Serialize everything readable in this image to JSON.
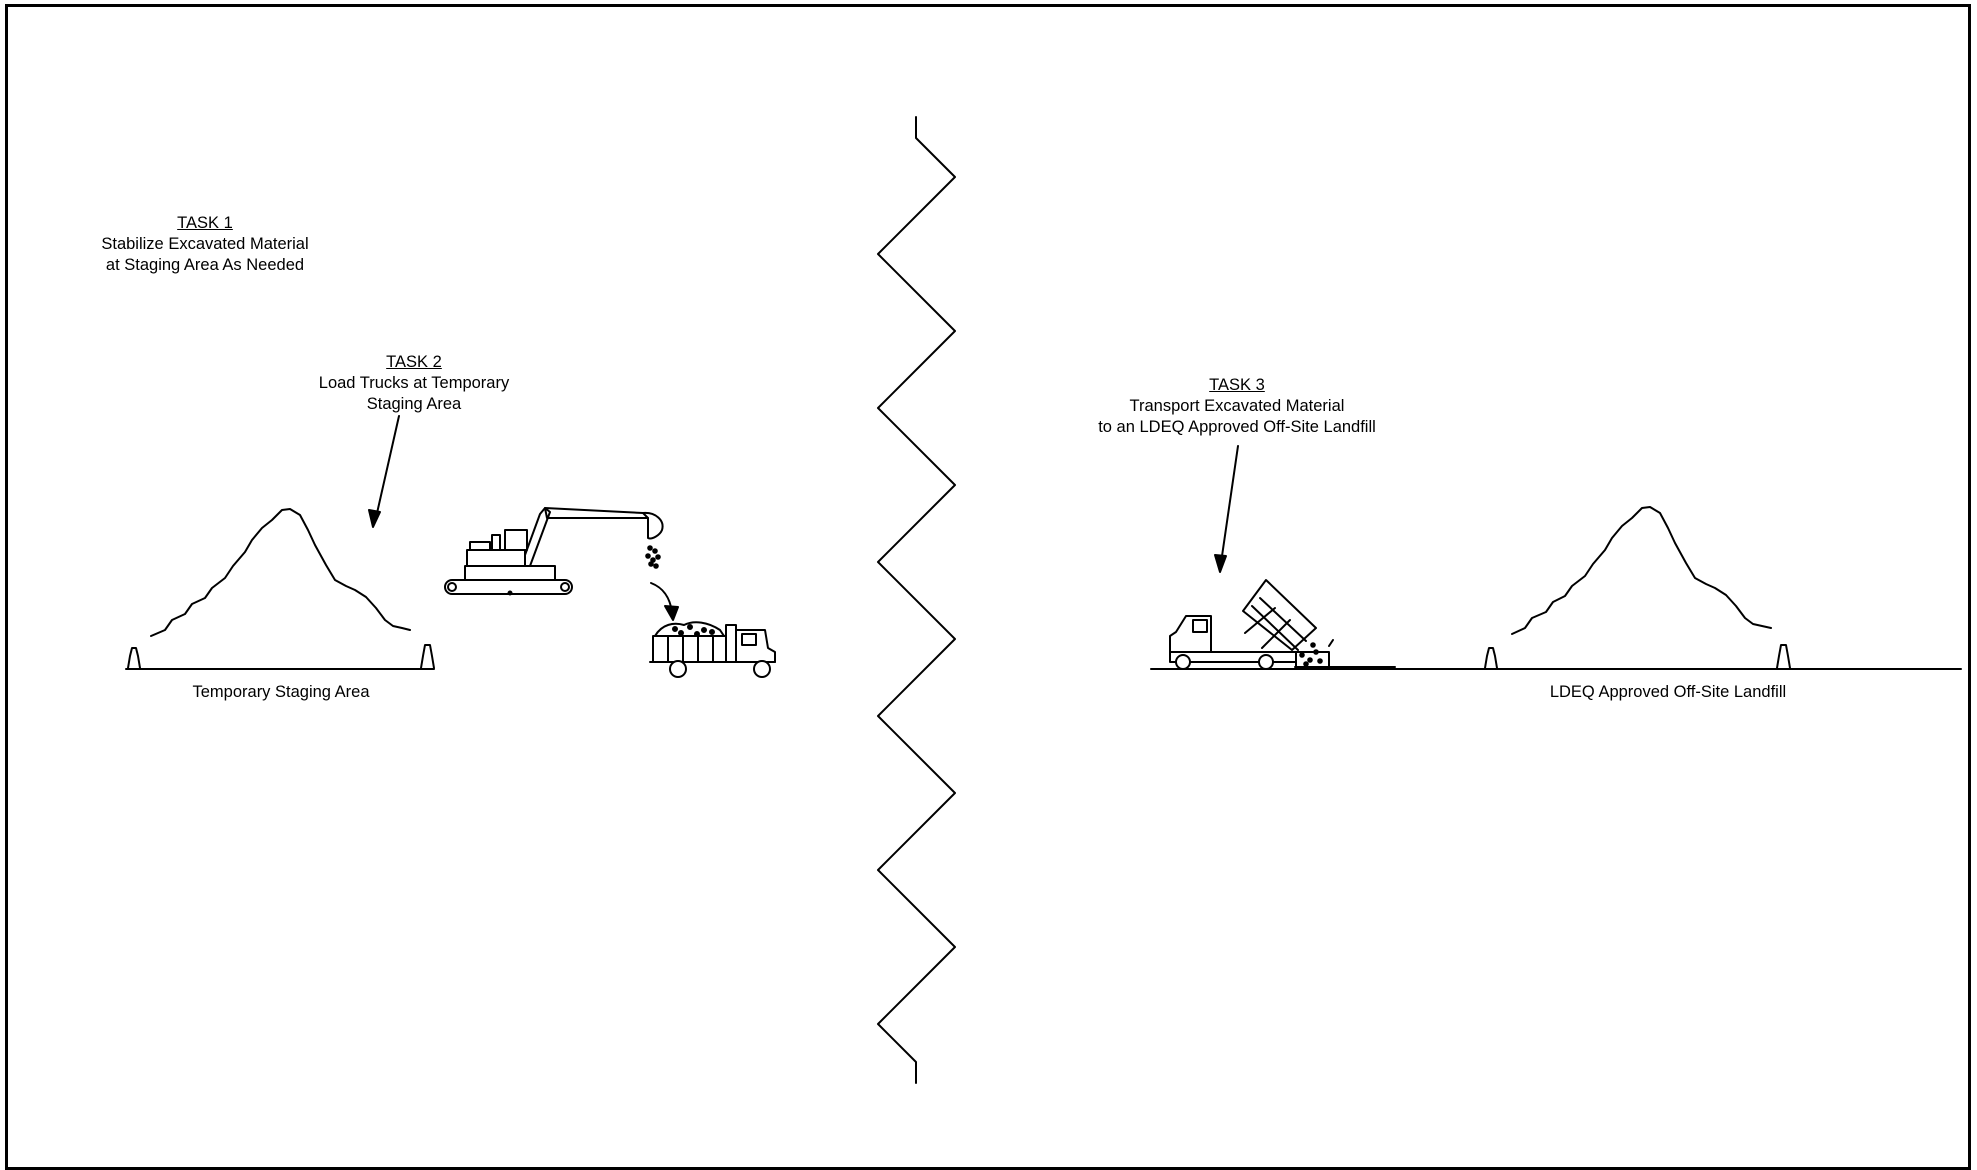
{
  "task1": {
    "heading": "TASK 1",
    "line1": "Stabilize Excavated Material",
    "line2": "at Staging Area As Needed"
  },
  "task2": {
    "heading": "TASK 2",
    "line1": "Load Trucks at Temporary",
    "line2": "Staging Area"
  },
  "task3": {
    "heading": "TASK 3",
    "line1": "Transport Excavated Material",
    "line2": "to an LDEQ Approved Off-Site Landfill"
  },
  "left_area_label": "Temporary Staging Area",
  "right_area_label": "LDEQ Approved Off-Site Landfill"
}
